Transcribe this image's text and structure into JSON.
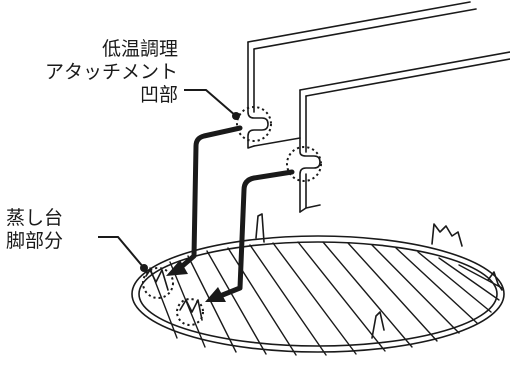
{
  "labels": {
    "attachment": {
      "line1": "低温調理",
      "line2": "アタッチメント",
      "line3": "凹部"
    },
    "steam_stand": {
      "line1": "蒸し台",
      "line2": "脚部分"
    }
  },
  "colors": {
    "line": "#1a1a1a",
    "background": "#ffffff"
  }
}
